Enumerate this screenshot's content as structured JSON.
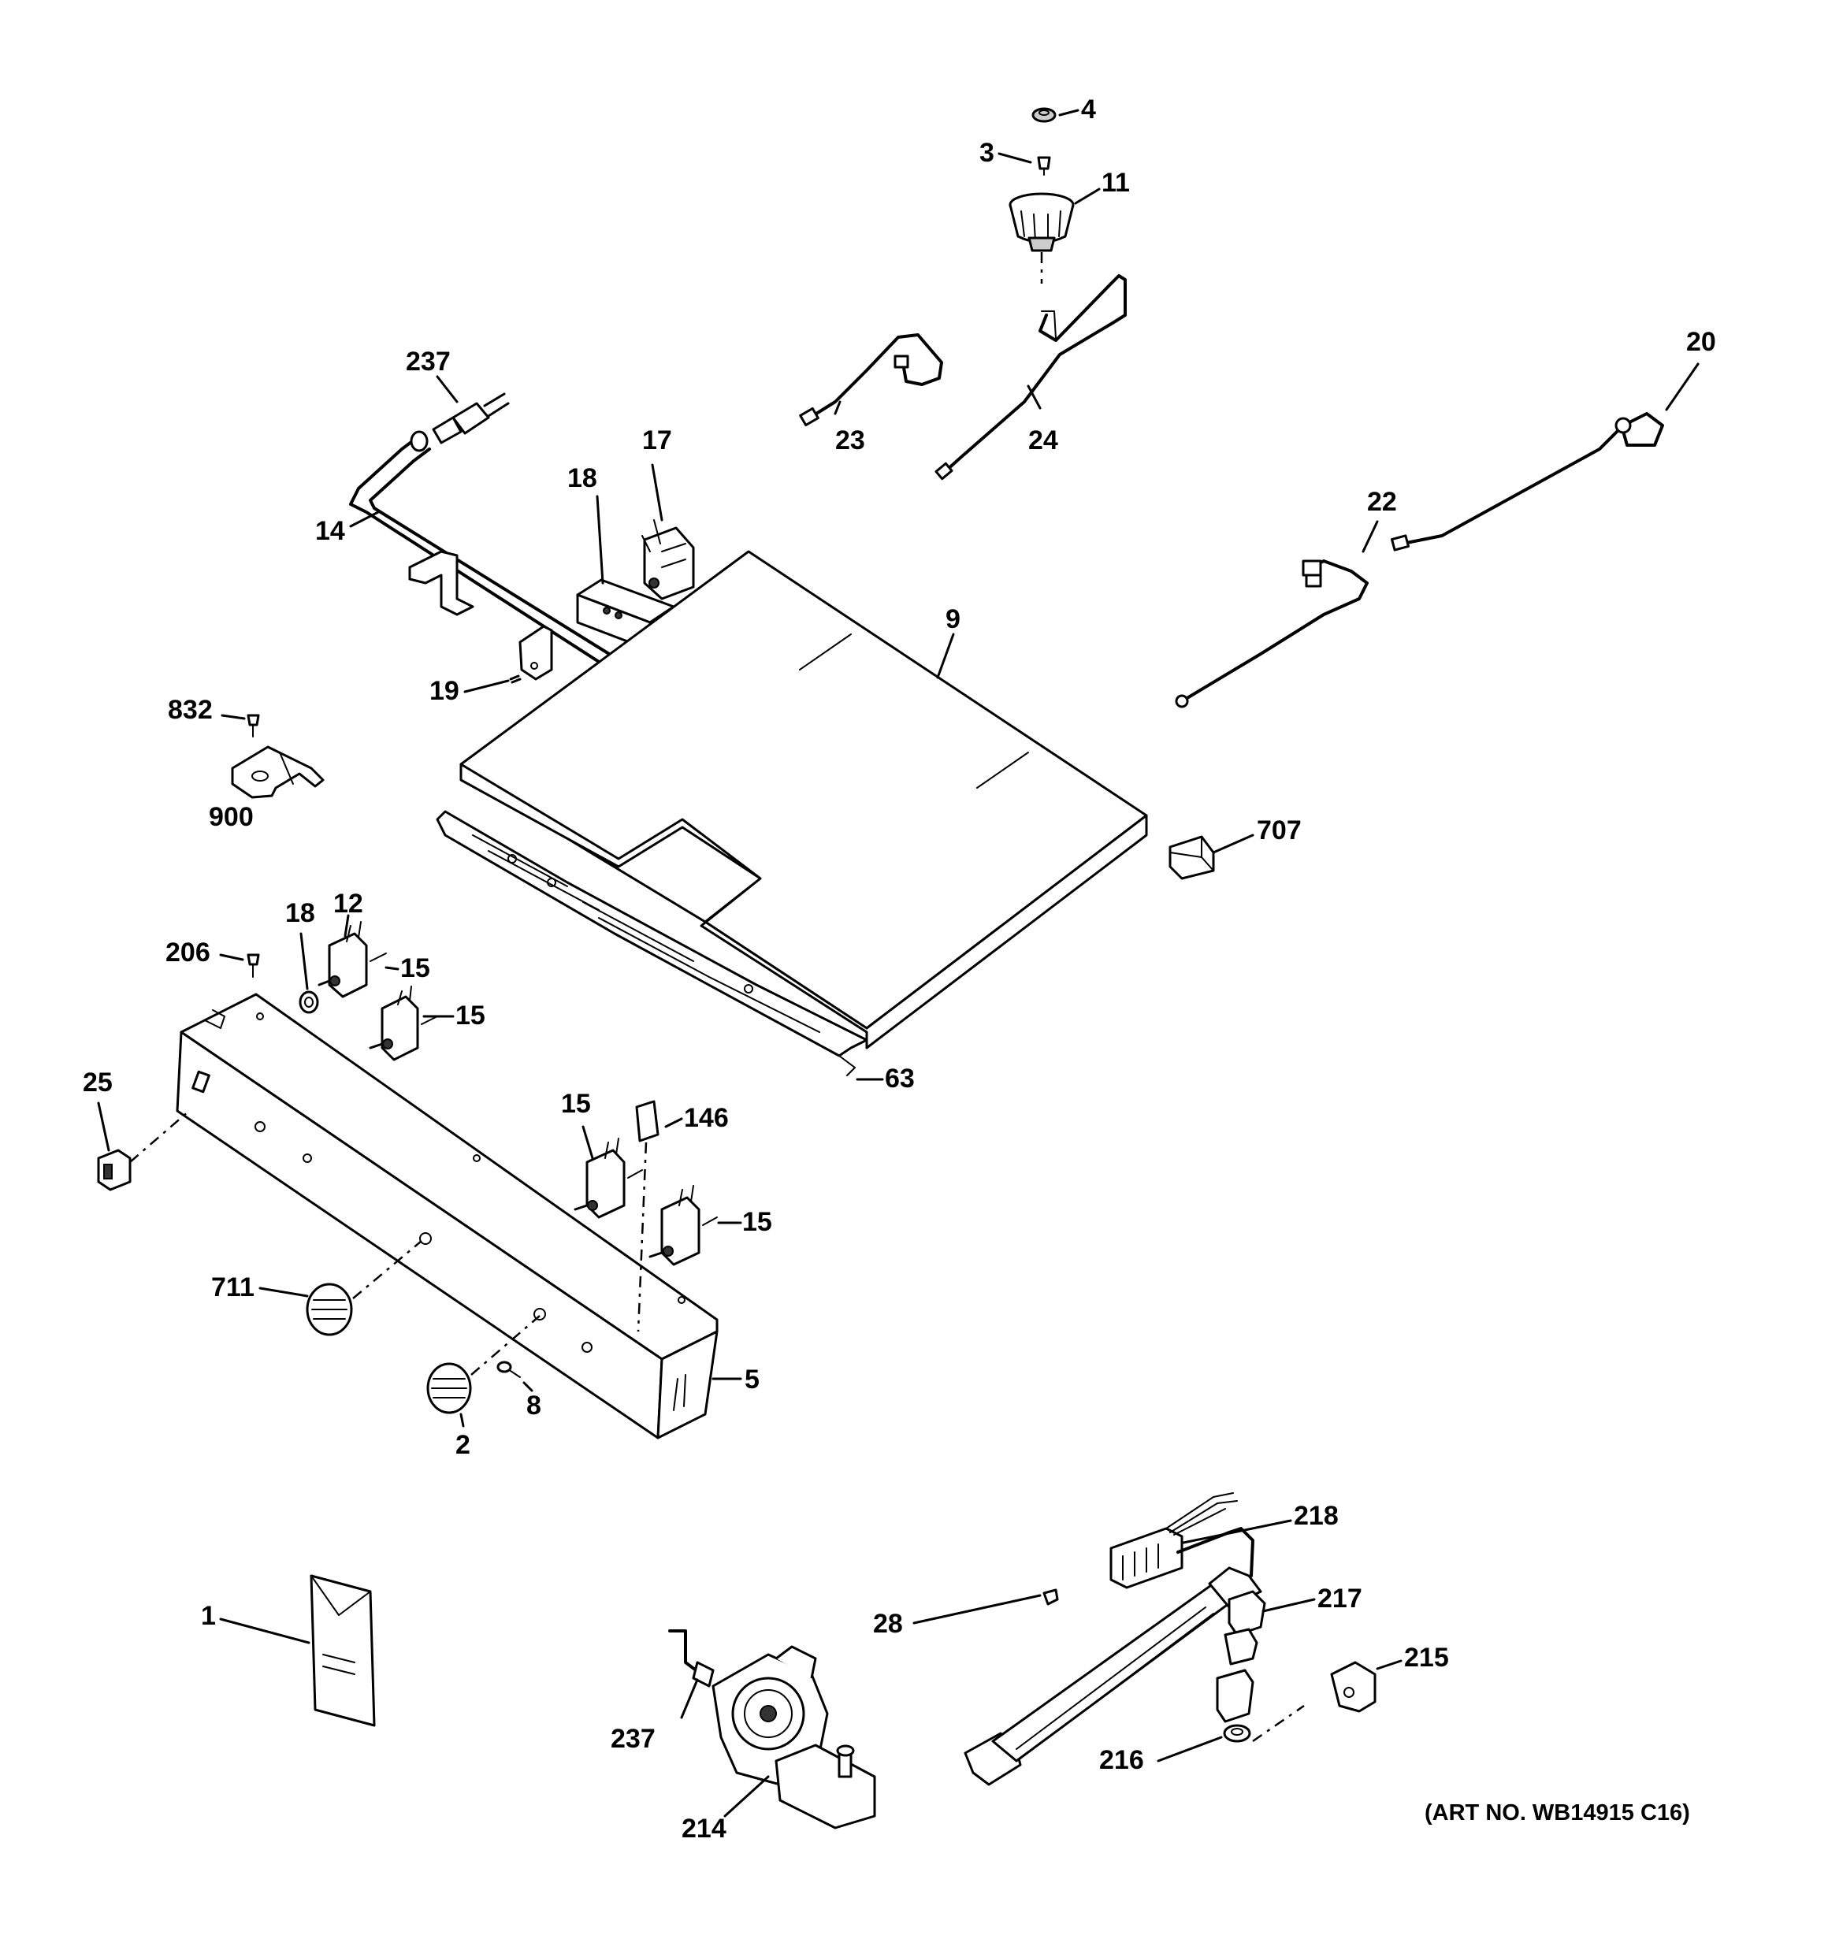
{
  "diagram": {
    "art_number": "(ART NO. WB14915 C16)",
    "callouts": {
      "c4": "4",
      "c3": "3",
      "c11": "11",
      "c20": "20",
      "c237_top": "237",
      "c23": "23",
      "c24": "24",
      "c17": "17",
      "c18_top": "18",
      "c14": "14",
      "c22": "22",
      "c9": "9",
      "c19": "19",
      "c832": "832",
      "c900": "900",
      "c707": "707",
      "c18_mid": "18",
      "c12": "12",
      "c206": "206",
      "c15_a": "15",
      "c15_b": "15",
      "c63": "63",
      "c25": "25",
      "c15_c": "15",
      "c146": "146",
      "c15_d": "15",
      "c711": "711",
      "c5": "5",
      "c8": "8",
      "c2": "2",
      "c218": "218",
      "c217": "217",
      "c28": "28",
      "c1": "1",
      "c215": "215",
      "c237_bot": "237",
      "c216": "216",
      "c214": "214"
    }
  }
}
